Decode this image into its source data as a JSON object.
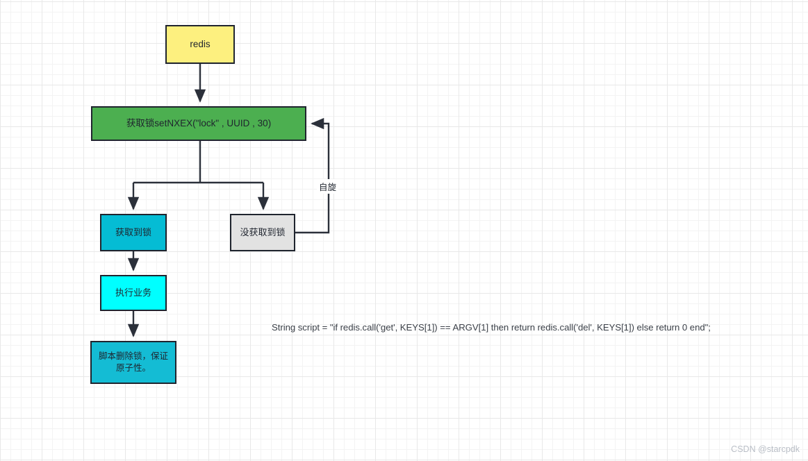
{
  "diagram": {
    "title": "redis-distributed-lock-flow",
    "nodes": [
      {
        "id": "redis",
        "label": "redis",
        "color": "#fdf07f"
      },
      {
        "id": "acquire_lock",
        "label": "获取锁setNXEX(\"lock\" , UUID , 30)",
        "color": "#4caf50"
      },
      {
        "id": "got_lock",
        "label": "获取到锁",
        "color": "#05bcd4"
      },
      {
        "id": "no_lock",
        "label": "没获取到锁",
        "color": "#e2e2e2"
      },
      {
        "id": "run_business",
        "label": "执行业务",
        "color": "#00ffff"
      },
      {
        "id": "delete_lock",
        "label": "脚本删除锁，保证原子性。",
        "color": "#14bcd4"
      }
    ],
    "edges": [
      {
        "from": "redis",
        "to": "acquire_lock",
        "label": ""
      },
      {
        "from": "acquire_lock",
        "to": "got_lock",
        "label": ""
      },
      {
        "from": "acquire_lock",
        "to": "no_lock",
        "label": ""
      },
      {
        "from": "got_lock",
        "to": "run_business",
        "label": ""
      },
      {
        "from": "run_business",
        "to": "delete_lock",
        "label": ""
      },
      {
        "from": "no_lock",
        "to": "acquire_lock",
        "label": "自旋"
      }
    ],
    "edge_labels": {
      "spin": "自旋"
    },
    "annotations": {
      "script": "String script = \"if redis.call('get', KEYS[1]) == ARGV[1] then return redis.call('del', KEYS[1]) else return 0 end\";"
    },
    "watermark": "CSDN @starcpdk",
    "colors": {
      "stroke": "#2b303a",
      "grid_minor": "#f3f3f3",
      "grid_major": "#e8e8e8",
      "background": "#ffffff",
      "text": "#1f242e"
    }
  }
}
